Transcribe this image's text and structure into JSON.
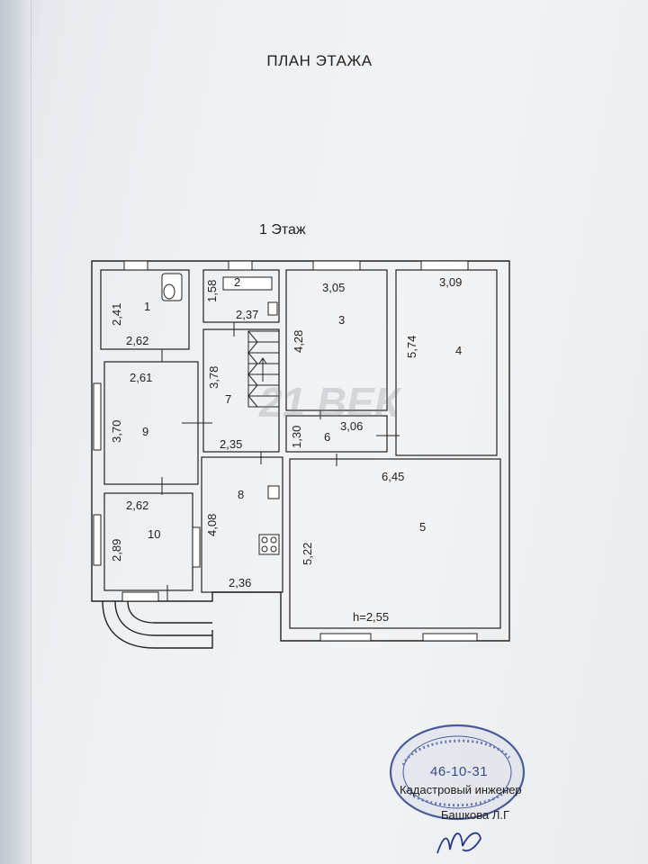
{
  "plan_title": "ПЛАН ЭТАЖА",
  "floor_label": "1 Этаж",
  "rooms": [
    {
      "number": "1",
      "dims": [
        "2,41",
        "2,62"
      ]
    },
    {
      "number": "2",
      "dims": [
        "1,58",
        "2,37"
      ]
    },
    {
      "number": "3",
      "dims": [
        "3,05",
        "4,28"
      ]
    },
    {
      "number": "4",
      "dims": [
        "3,09",
        "5,74"
      ]
    },
    {
      "number": "5",
      "dims": [
        "6,45",
        "5,22"
      ],
      "height": "h=2,55"
    },
    {
      "number": "6",
      "dims": [
        "1,30",
        "3,06"
      ]
    },
    {
      "number": "7",
      "dims": [
        "3,78",
        "2,35"
      ]
    },
    {
      "number": "8",
      "dims": [
        "4,08",
        "2,36"
      ]
    },
    {
      "number": "9",
      "dims": [
        "2,61",
        "3,70"
      ]
    },
    {
      "number": "10",
      "dims": [
        "2,62",
        "2,89"
      ]
    }
  ],
  "watermark": "21 ВЕК",
  "stamp": {
    "code": "46-10-31"
  },
  "engineer": {
    "role": "Кадастровый инженер",
    "name": "Башкова Л.Г"
  },
  "colors": {
    "ink": "#222222",
    "stamp": "#3a4a8a"
  }
}
